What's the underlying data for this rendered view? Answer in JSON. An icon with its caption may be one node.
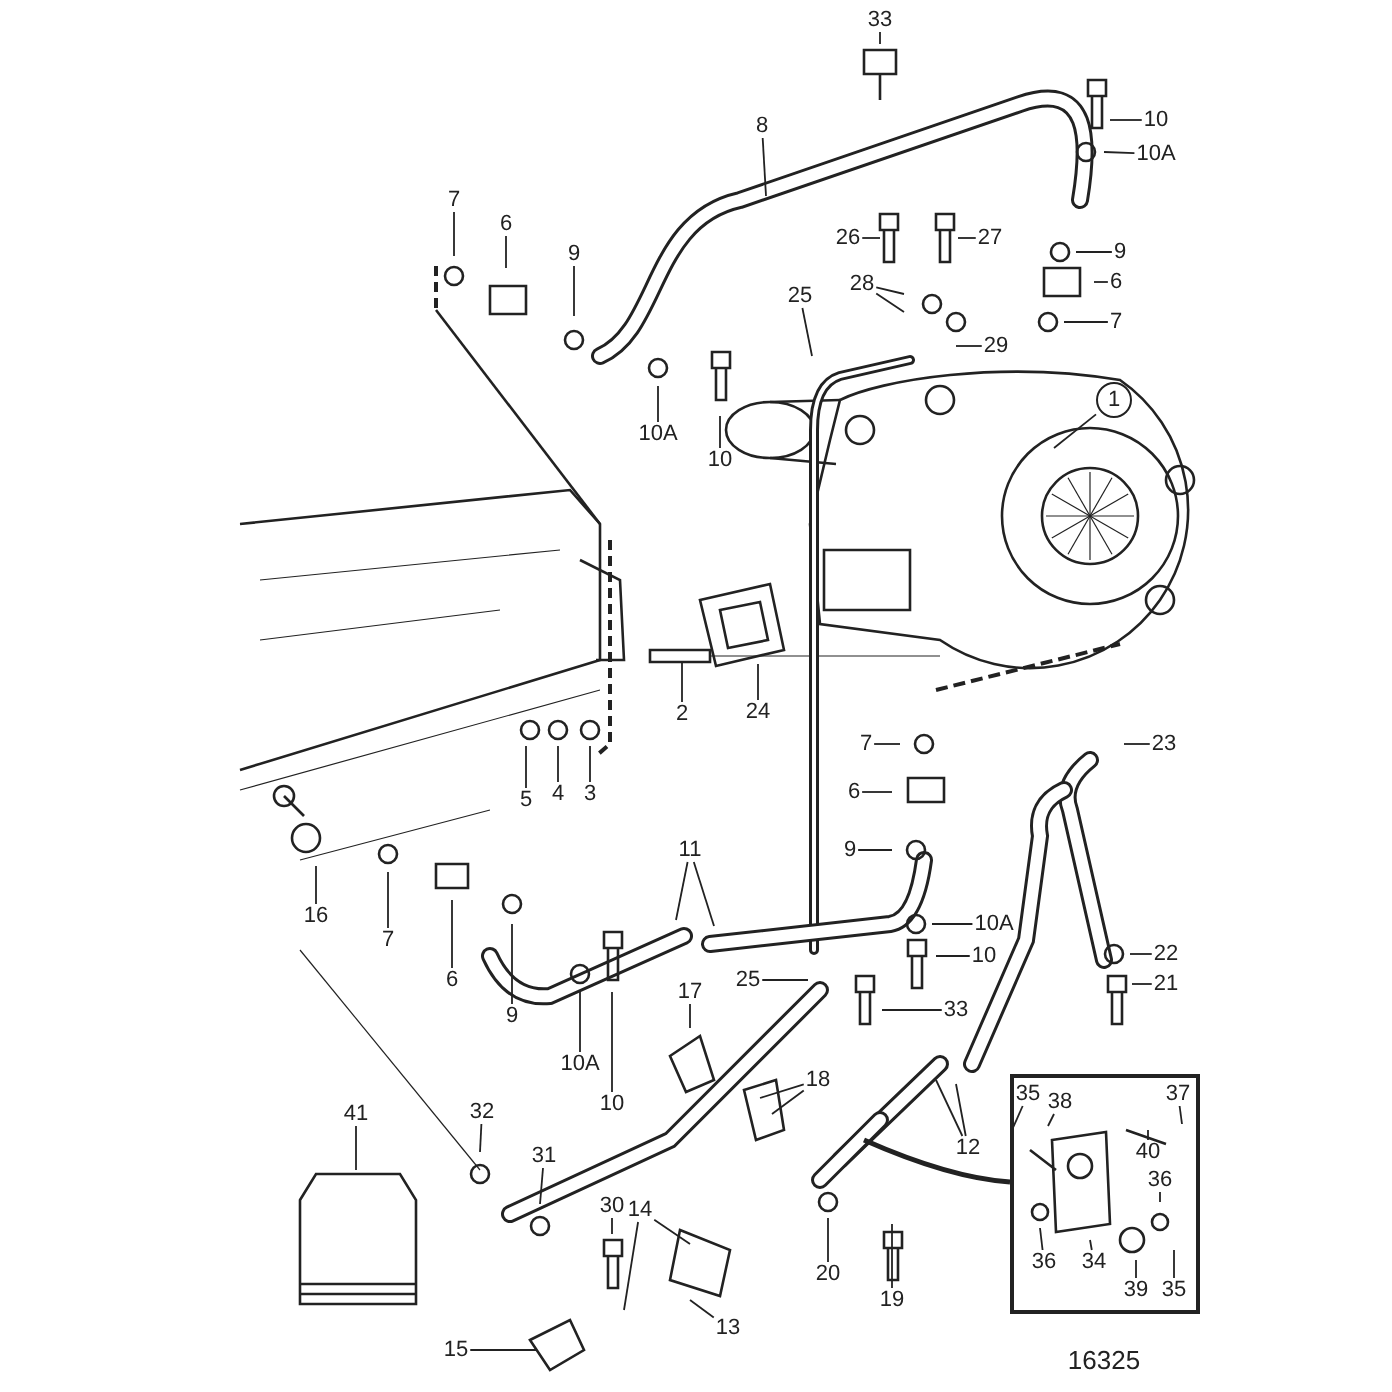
{
  "diagram": {
    "nodes": [
      {
        "text": [
          "33"
        ]
      },
      {
        "text": [
          "10"
        ]
      },
      {
        "text": [
          "10A"
        ]
      },
      {
        "text": [
          "8"
        ]
      },
      {
        "text": [
          "7"
        ]
      },
      {
        "text": [
          "6"
        ]
      },
      {
        "text": [
          "9"
        ]
      },
      {
        "text": [
          "26"
        ]
      },
      {
        "text": [
          "27"
        ]
      },
      {
        "text": [
          "28"
        ]
      },
      {
        "text": [
          "9"
        ]
      },
      {
        "text": [
          "6"
        ]
      },
      {
        "text": [
          "7"
        ]
      },
      {
        "text": [
          "25"
        ]
      },
      {
        "text": [
          "29"
        ]
      },
      {
        "text": [
          "1"
        ]
      },
      {
        "text": [
          "10A"
        ]
      },
      {
        "text": [
          "10"
        ]
      },
      {
        "text": [
          "2"
        ]
      },
      {
        "text": [
          "24"
        ]
      },
      {
        "text": [
          "5"
        ]
      },
      {
        "text": [
          "4"
        ]
      },
      {
        "text": [
          "3"
        ]
      },
      {
        "text": [
          "7"
        ]
      },
      {
        "text": [
          "6"
        ]
      },
      {
        "text": [
          "9"
        ]
      },
      {
        "text": [
          "23"
        ]
      },
      {
        "text": [
          "11"
        ]
      },
      {
        "text": [
          "16"
        ]
      },
      {
        "text": [
          "7"
        ]
      },
      {
        "text": [
          "6"
        ]
      },
      {
        "text": [
          "9"
        ]
      },
      {
        "text": [
          "10A"
        ]
      },
      {
        "text": [
          "10"
        ]
      },
      {
        "text": [
          "22"
        ]
      },
      {
        "text": [
          "21"
        ]
      },
      {
        "text": [
          "25"
        ]
      },
      {
        "text": [
          "33"
        ]
      },
      {
        "text": [
          "10A"
        ]
      },
      {
        "text": [
          "10"
        ]
      },
      {
        "text": [
          "17"
        ]
      },
      {
        "text": [
          "18"
        ]
      },
      {
        "text": [
          "12"
        ]
      },
      {
        "text": [
          "41"
        ]
      },
      {
        "text": [
          "32"
        ]
      },
      {
        "text": [
          "31"
        ]
      },
      {
        "text": [
          "30"
        ]
      },
      {
        "text": [
          "14"
        ]
      },
      {
        "text": [
          "13"
        ]
      },
      {
        "text": [
          "15"
        ]
      },
      {
        "text": [
          "20"
        ]
      },
      {
        "text": [
          "19"
        ]
      },
      {
        "text": [],
        "shape": "box"
      },
      {
        "text": [
          "35"
        ],
        "in": 52
      },
      {
        "text": [
          "38"
        ],
        "in": 52
      },
      {
        "text": [
          "37"
        ],
        "in": 52
      },
      {
        "text": [
          "40"
        ],
        "in": 52
      },
      {
        "text": [
          "36"
        ],
        "in": 52
      },
      {
        "text": [
          "36"
        ],
        "in": 52
      },
      {
        "text": [
          "34"
        ],
        "in": 52
      },
      {
        "text": [
          "39"
        ],
        "in": 52
      },
      {
        "text": [
          "35"
        ],
        "in": 52
      }
    ],
    "edges": [
      {
        "from": 0,
        "to": null,
        "arrow": "none"
      },
      {
        "from": 1,
        "to": null,
        "arrow": "none"
      },
      {
        "from": 2,
        "to": null,
        "arrow": "none"
      },
      {
        "from": 3,
        "to": null,
        "arrow": "none"
      },
      {
        "from": 4,
        "to": null,
        "arrow": "none"
      },
      {
        "from": 5,
        "to": null,
        "arrow": "none"
      },
      {
        "from": 6,
        "to": null,
        "arrow": "none"
      },
      {
        "from": 7,
        "to": null,
        "arrow": "none"
      },
      {
        "from": 8,
        "to": null,
        "arrow": "none"
      },
      {
        "from": 9,
        "to": null,
        "arrow": "none"
      },
      {
        "from": 9,
        "to": null,
        "arrow": "none"
      },
      {
        "from": 10,
        "to": null,
        "arrow": "none"
      },
      {
        "from": 11,
        "to": null,
        "arrow": "none"
      },
      {
        "from": 12,
        "to": null,
        "arrow": "none"
      },
      {
        "from": 13,
        "to": null,
        "arrow": "none"
      },
      {
        "from": 14,
        "to": null,
        "arrow": "none"
      },
      {
        "from": 15,
        "to": null,
        "arrow": "none"
      },
      {
        "from": 16,
        "to": null,
        "arrow": "none"
      },
      {
        "from": 17,
        "to": null,
        "arrow": "none"
      },
      {
        "from": 18,
        "to": null,
        "arrow": "none"
      },
      {
        "from": 19,
        "to": null,
        "arrow": "none"
      },
      {
        "from": 20,
        "to": null,
        "arrow": "none"
      },
      {
        "from": 21,
        "to": null,
        "arrow": "none"
      },
      {
        "from": 22,
        "to": null,
        "arrow": "none"
      },
      {
        "from": 23,
        "to": null,
        "arrow": "none"
      },
      {
        "from": 24,
        "to": null,
        "arrow": "none"
      },
      {
        "from": 25,
        "to": null,
        "arrow": "none"
      },
      {
        "from": 26,
        "to": null,
        "arrow": "none"
      },
      {
        "from": 27,
        "to": null,
        "arrow": "none"
      },
      {
        "from": 27,
        "to": null,
        "arrow": "none"
      },
      {
        "from": 28,
        "to": null,
        "arrow": "none"
      },
      {
        "from": 29,
        "to": null,
        "arrow": "none"
      },
      {
        "from": 30,
        "to": null,
        "arrow": "none"
      },
      {
        "from": 31,
        "to": null,
        "arrow": "none"
      },
      {
        "from": 32,
        "to": null,
        "arrow": "none"
      },
      {
        "from": 33,
        "to": null,
        "arrow": "none"
      },
      {
        "from": 34,
        "to": null,
        "arrow": "none"
      },
      {
        "from": 35,
        "to": null,
        "arrow": "none"
      },
      {
        "from": 36,
        "to": null,
        "arrow": "none"
      },
      {
        "from": 37,
        "to": null,
        "arrow": "none"
      },
      {
        "from": 38,
        "to": null,
        "arrow": "none"
      },
      {
        "from": 39,
        "to": null,
        "arrow": "none"
      },
      {
        "from": 40,
        "to": null,
        "arrow": "none"
      },
      {
        "from": 41,
        "to": null,
        "arrow": "none"
      },
      {
        "from": 41,
        "to": null,
        "arrow": "none"
      },
      {
        "from": 42,
        "to": null,
        "arrow": "none"
      },
      {
        "from": 42,
        "to": null,
        "arrow": "none"
      },
      {
        "from": 43,
        "to": null,
        "arrow": "none"
      },
      {
        "from": 44,
        "to": null,
        "arrow": "none"
      },
      {
        "from": 45,
        "to": null,
        "arrow": "none"
      },
      {
        "from": 46,
        "to": null,
        "arrow": "none"
      },
      {
        "from": 47,
        "to": null,
        "arrow": "none"
      },
      {
        "from": 47,
        "to": null,
        "arrow": "none"
      },
      {
        "from": 48,
        "to": null,
        "arrow": "none"
      },
      {
        "from": 49,
        "to": null,
        "arrow": "none"
      },
      {
        "from": 50,
        "to": null,
        "arrow": "none"
      },
      {
        "from": 51,
        "to": null,
        "arrow": "none"
      },
      {
        "from": 52,
        "to": null,
        "arrow": "none",
        "style": "thick"
      },
      {
        "from": 53,
        "to": null,
        "arrow": "none"
      },
      {
        "from": 54,
        "to": null,
        "arrow": "none"
      },
      {
        "from": 55,
        "to": null,
        "arrow": "none"
      },
      {
        "from": 56,
        "to": null,
        "arrow": "none"
      },
      {
        "from": 57,
        "to": null,
        "arrow": "none"
      },
      {
        "from": 58,
        "to": null,
        "arrow": "none"
      },
      {
        "from": 59,
        "to": null,
        "arrow": "none"
      },
      {
        "from": 60,
        "to": null,
        "arrow": "none"
      },
      {
        "from": 61,
        "to": null,
        "arrow": "none"
      }
    ],
    "labels": [
      "16325"
    ]
  }
}
